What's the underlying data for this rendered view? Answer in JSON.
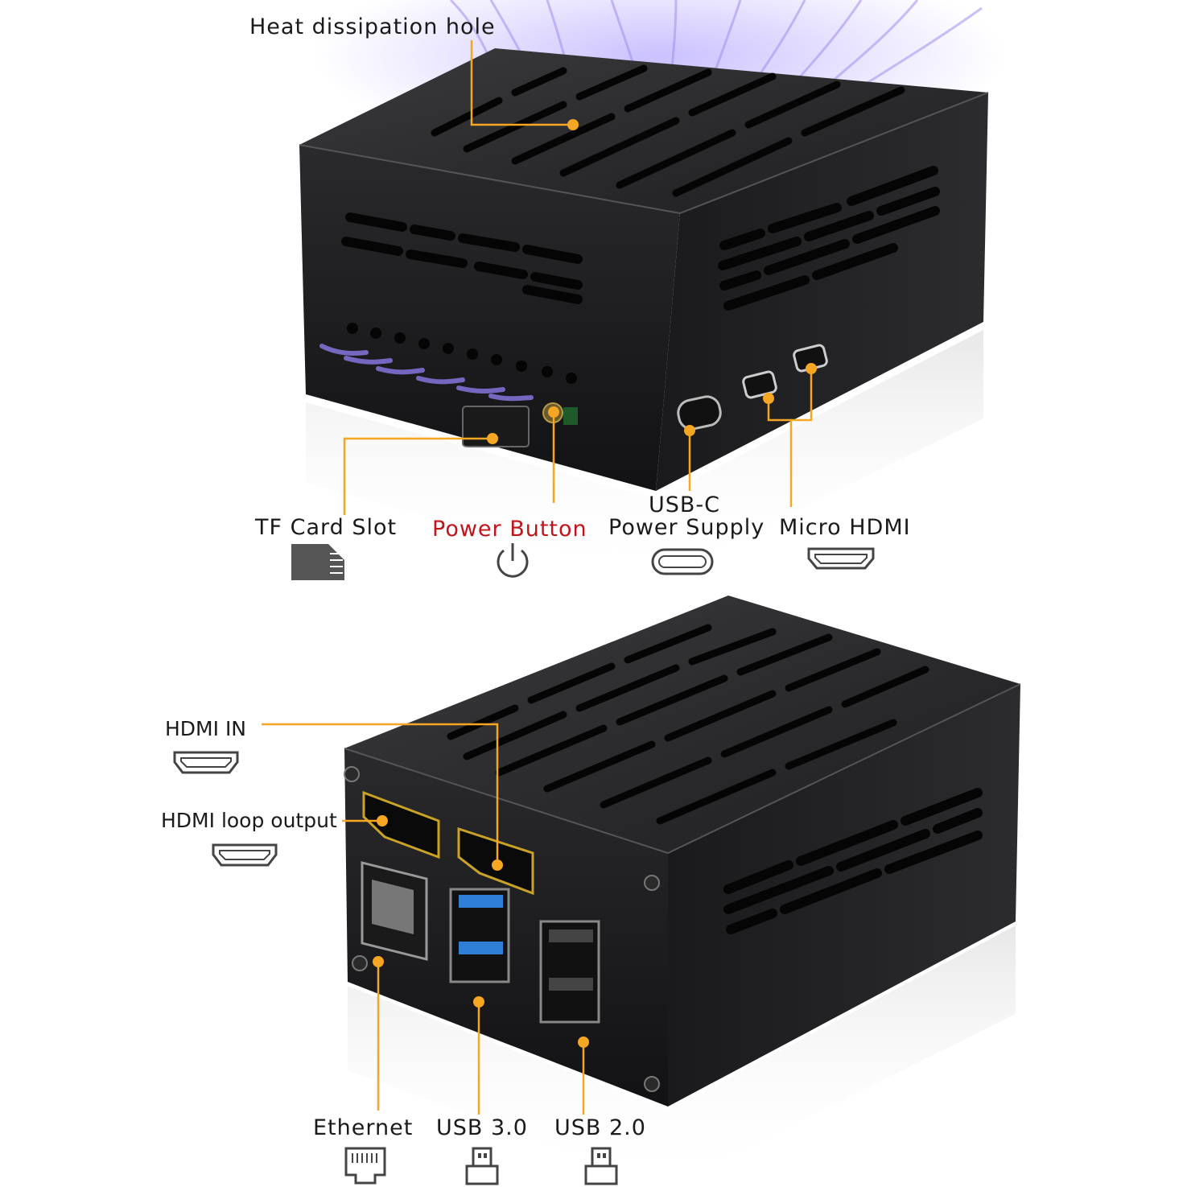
{
  "labels": {
    "heat_dissipation_hole": "Heat dissipation hole",
    "tf_card_slot": "TF Card Slot",
    "power_button": "Power Button",
    "usb_c_line1": "USB-C",
    "usb_c_line2": "Power Supply",
    "micro_hdmi": "Micro HDMI",
    "hdmi_in": "HDMI IN",
    "hdmi_loop_output": "HDMI loop output",
    "ethernet": "Ethernet",
    "usb_3": "USB 3.0",
    "usb_2": "USB 2.0"
  },
  "colors": {
    "accent_orange": "#f5a623",
    "power_red": "#c0141a",
    "case_black": "#1c1c1e",
    "usb3_blue": "#2f7fd6",
    "airflow_purple": "#8c7be8"
  },
  "icons": [
    "sd-card-icon",
    "power-icon",
    "usb-c-icon",
    "micro-hdmi-icon",
    "hdmi-in-icon",
    "hdmi-loop-icon",
    "ethernet-icon",
    "usb3-icon",
    "usb2-icon"
  ]
}
